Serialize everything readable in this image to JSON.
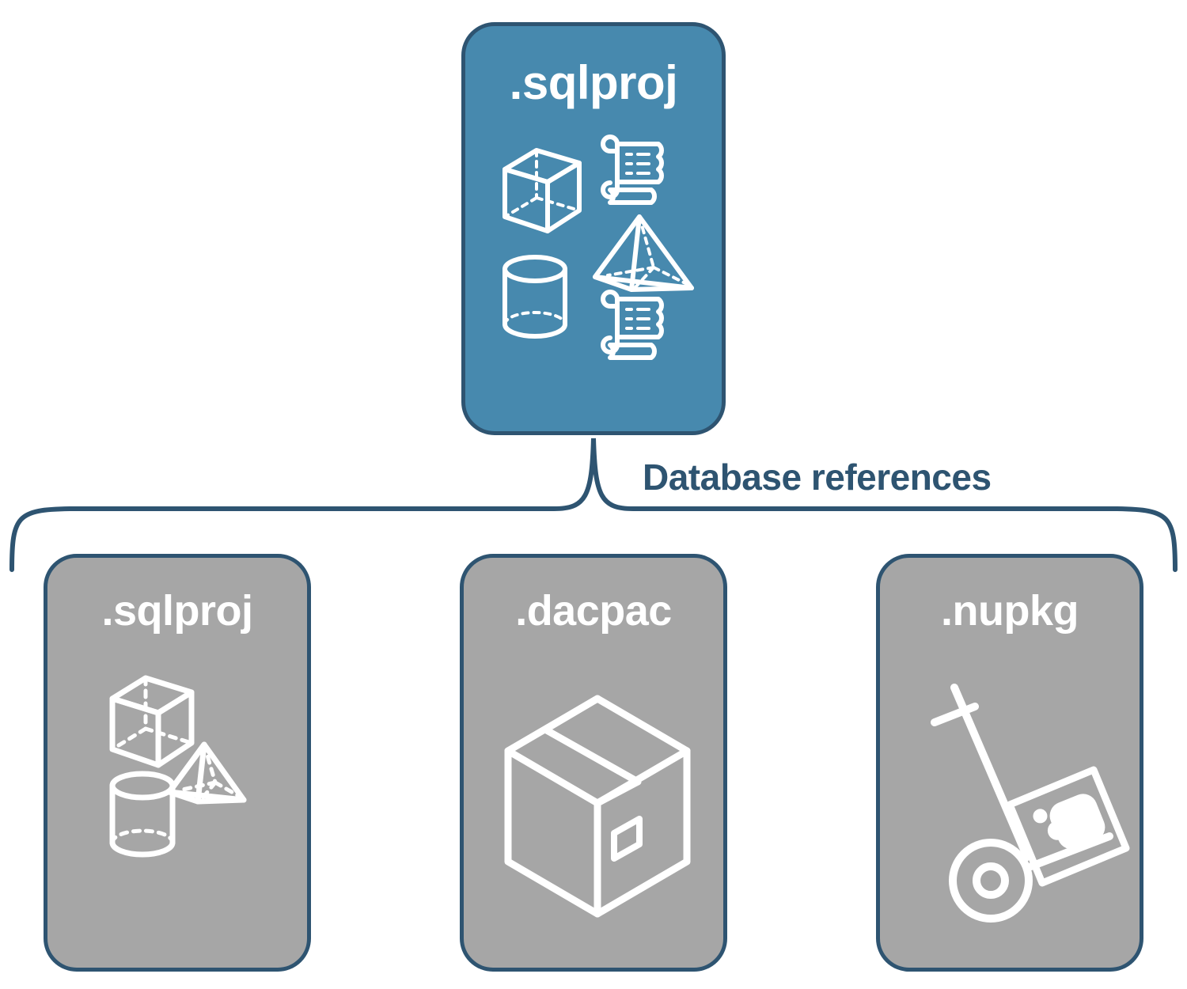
{
  "diagram": {
    "title": "Database references",
    "colors": {
      "primary_fill": "#4789ae",
      "muted_fill": "#a6a6a6",
      "outline": "#2e5471",
      "icon_stroke": "#ffffff",
      "background": "#ffffff"
    }
  },
  "top_card": {
    "label": ".sqlproj",
    "kind": "primary",
    "icons": [
      "cube-icon",
      "scroll-icon",
      "pyramid-icon",
      "cylinder-icon",
      "scroll-icon"
    ]
  },
  "connector": {
    "label": "Database references",
    "style": "curly-brace"
  },
  "reference_cards": [
    {
      "label": ".sqlproj",
      "kind": "muted",
      "icons": [
        "cube-icon",
        "pyramid-icon",
        "cylinder-icon"
      ]
    },
    {
      "label": ".dacpac",
      "kind": "muted",
      "icons": [
        "package-box-icon"
      ]
    },
    {
      "label": ".nupkg",
      "kind": "muted",
      "icons": [
        "hand-truck-icon",
        "nuget-package-icon"
      ]
    }
  ]
}
